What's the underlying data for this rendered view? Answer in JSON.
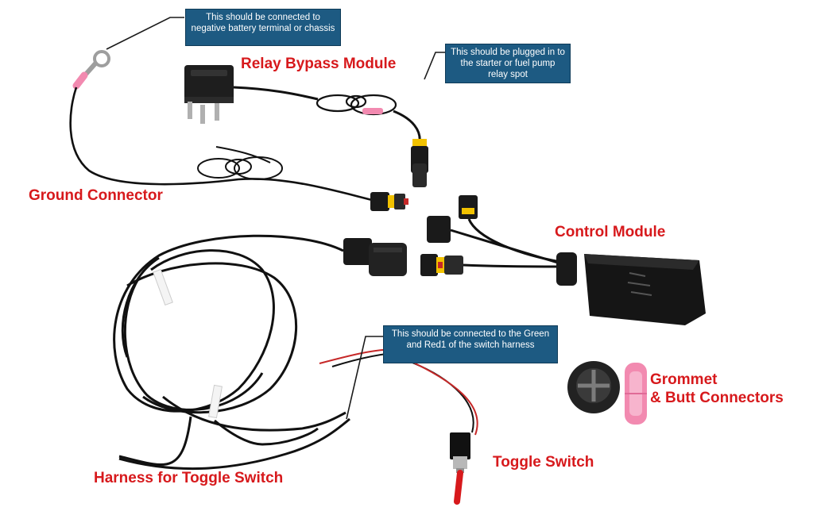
{
  "labels": {
    "relay_bypass_module": "Relay Bypass Module",
    "ground_connector": "Ground Connector",
    "control_module": "Control Module",
    "grommet_line1": "Grommet",
    "grommet_line2": "& Butt Connectors",
    "toggle_switch": "Toggle Switch",
    "harness": "Harness for Toggle Switch"
  },
  "callouts": {
    "ground": "This should be connected to negative battery terminal or chassis",
    "relay": "This should be plugged in to the starter or fuel pump relay spot",
    "switch": "This should be connected to the Green and Red1 of the switch harness"
  },
  "colors": {
    "label_red": "#d7191c",
    "callout_bg": "#1d5a82",
    "wire_black": "#111111",
    "wire_red": "#c62828",
    "heat_shrink_pink": "#f28ab0"
  }
}
